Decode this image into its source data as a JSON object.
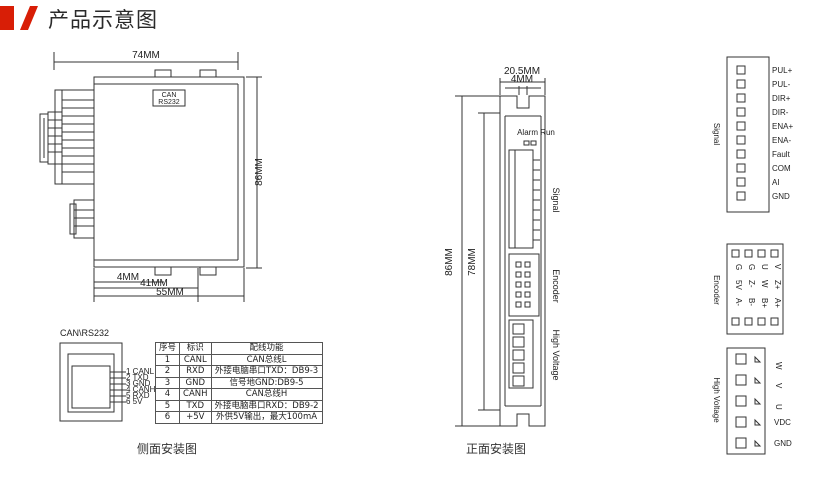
{
  "header": {
    "title": "产品示意图"
  },
  "side_view": {
    "caption": "侧面安装图",
    "dim_width": "74MM",
    "dim_height": "86MM",
    "dim_4": "4MM",
    "dim_41": "41MM",
    "dim_55": "55MM",
    "port_label_line1": "CAN",
    "port_label_line2": "RS232"
  },
  "connector": {
    "title": "CAN\\RS232",
    "pins": [
      "1 CANL",
      "2 TXD",
      "3 GND",
      "4 CANH",
      "5 RXD",
      "6 5V"
    ]
  },
  "pin_table": {
    "headers": [
      "序号",
      "标识",
      "配线功能"
    ],
    "rows": [
      [
        "1",
        "CANL",
        "CAN总线L"
      ],
      [
        "2",
        "RXD",
        "外接电脑串口TXD：DB9-3"
      ],
      [
        "3",
        "GND",
        "信号地GND:DB9-5"
      ],
      [
        "4",
        "CANH",
        "CAN总线H"
      ],
      [
        "5",
        "TXD",
        "外接电脑串口RXD：DB9-2"
      ],
      [
        "6",
        "+5V",
        "外供5V输出，最大100mA"
      ]
    ]
  },
  "front_view": {
    "caption": "正面安装图",
    "dim_width": "20.5MM",
    "dim_slot": "4MM",
    "dim_outer": "86MM",
    "dim_inner": "78MM",
    "led_label": "Alarm Run",
    "signal_label": "Signal",
    "encoder_label": "Encoder",
    "hv_label": "High Voltage"
  },
  "signal_terminal": {
    "label": "Signal",
    "pins": [
      "PUL+",
      "PUL-",
      "DIR+",
      "DIR-",
      "ENA+",
      "ENA-",
      "Fault",
      "COM",
      "AI",
      "GND"
    ]
  },
  "encoder_terminal": {
    "label": "Encoder",
    "col_left": [
      "G",
      "5V",
      "A-"
    ],
    "col_left2": [
      "G",
      "Z-",
      "B-"
    ],
    "col_right": [
      "U",
      "W",
      "B+"
    ],
    "col_right2": [
      "V",
      "Z+",
      "A+"
    ]
  },
  "hv_terminal": {
    "label": "High Voltage",
    "pins": [
      "W",
      "V",
      "U",
      "VDC",
      "GND"
    ]
  }
}
